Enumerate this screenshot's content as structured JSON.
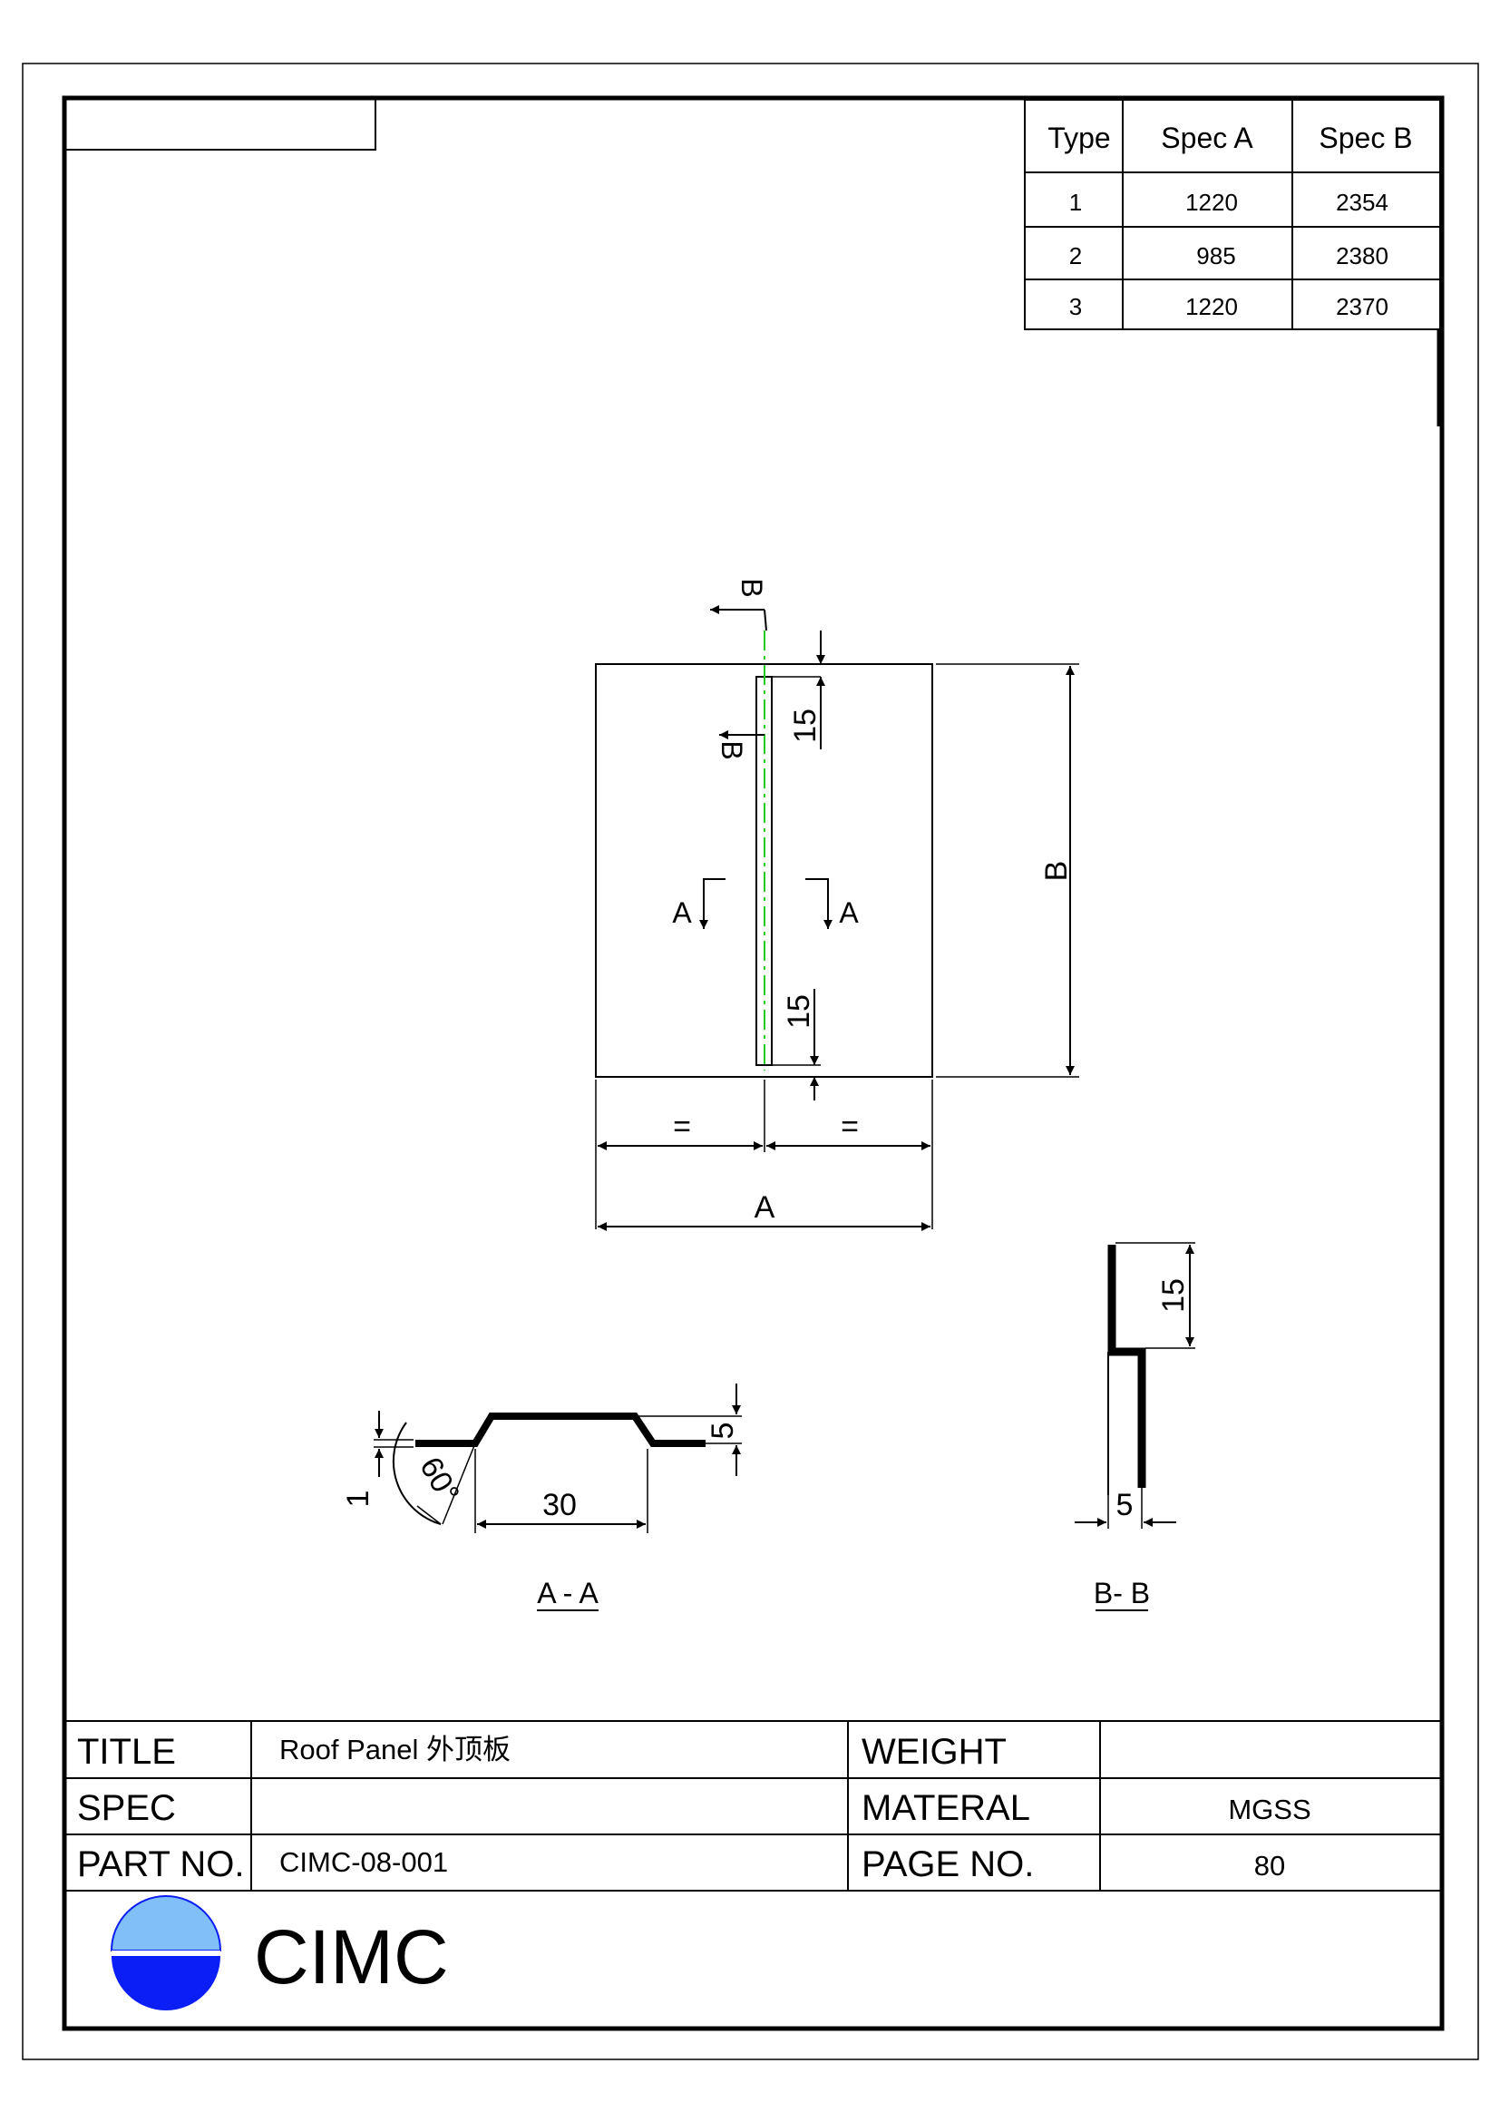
{
  "spec_table": {
    "headers": [
      "Type",
      "Spec A",
      "Spec B"
    ],
    "rows": [
      {
        "type": "1",
        "spec_a": "1220",
        "spec_b": "2354"
      },
      {
        "type": "2",
        "spec_a": "985",
        "spec_b": "2380"
      },
      {
        "type": "3",
        "spec_a": "1220",
        "spec_b": "2370"
      }
    ]
  },
  "drawing": {
    "section_letter_a": "A",
    "section_letter_b": "B",
    "dim_length_a": "A",
    "dim_length_b": "B",
    "equal_mark": "=",
    "dim_slot_end": "15",
    "section_aa": {
      "title": "A - A",
      "dim_thickness": "1",
      "dim_angle": "60°",
      "dim_width": "30",
      "dim_depth": "5"
    },
    "section_bb": {
      "title": "B- B",
      "dim_height": "15",
      "dim_width": "5"
    }
  },
  "title_block": {
    "title_label": "TITLE",
    "title_value": "Roof Panel  外顶板",
    "spec_label": "SPEC",
    "spec_value": "",
    "part_label": "PART NO.",
    "part_value": "CIMC-08-001",
    "weight_label": "WEIGHT",
    "weight_value": "",
    "material_label": "MATERAL",
    "material_value": "MGSS",
    "page_label": "PAGE  NO.",
    "page_value": "80"
  },
  "logo": {
    "name": "CIMC",
    "colors": {
      "top": "#80bff7",
      "bottom": "#0b1ef5"
    }
  },
  "colors": {
    "centerline": "#22cc22",
    "ink": "#000000"
  }
}
